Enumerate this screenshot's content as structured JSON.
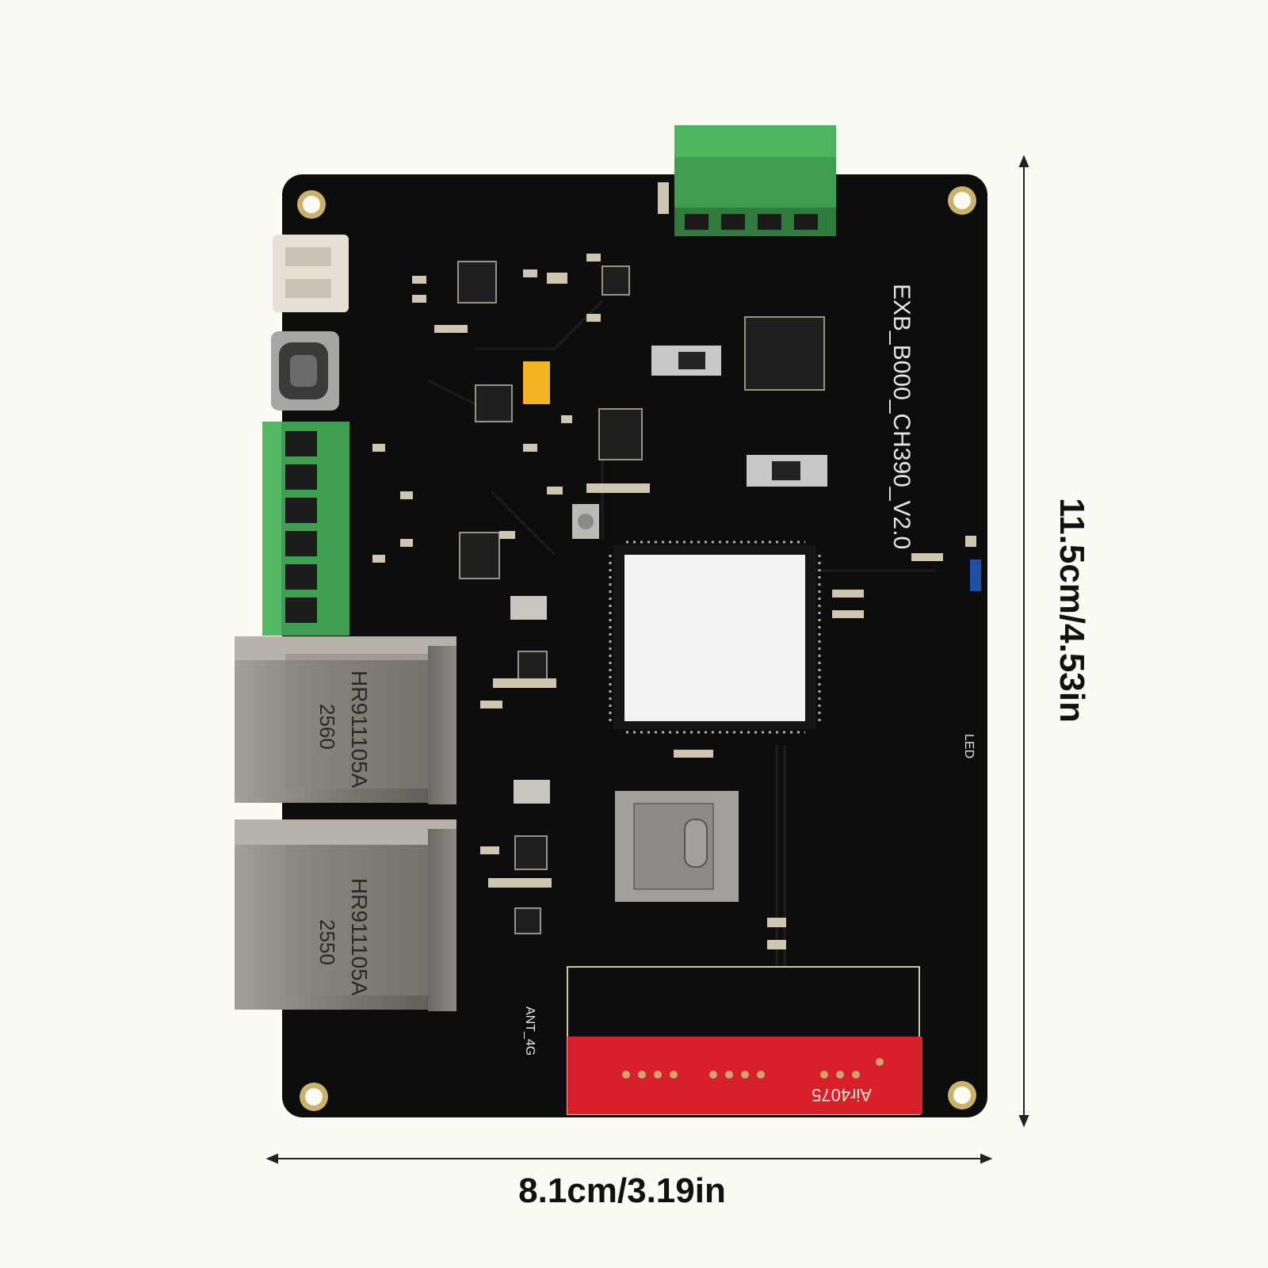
{
  "dimensions": {
    "width_label": "8.1cm/3.19in",
    "height_label": "11.5cm/4.53in"
  },
  "board": {
    "silkscreen_name": "EXB_B000_CH390_V2.0",
    "ethernet_jacks": [
      {
        "model": "HR911105A",
        "code": "2560"
      },
      {
        "model": "HR911105A",
        "code": "2550"
      }
    ],
    "red_header_label": "Air4075",
    "antenna_label": "ANT_4G",
    "led_label": "LED"
  },
  "colors": {
    "background": "#fbfaf3",
    "pcb": "#0d0d0d",
    "terminal_green": "#3f9e4f",
    "header_red": "#d8202c",
    "rj45_metal": "#8a8580",
    "chip_white": "#f2f2f2"
  }
}
